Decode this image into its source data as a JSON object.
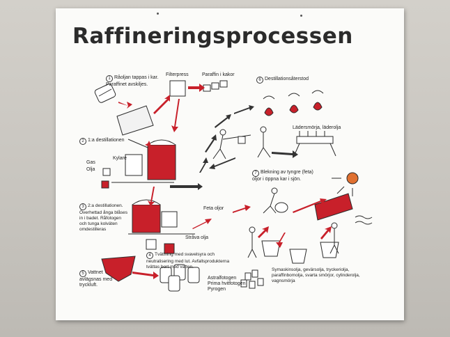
{
  "title": "Raffineringsprocessen",
  "steps": {
    "s1": {
      "num": "1",
      "text": "Råoljan tappas i kar. Paraffinet avskiljes."
    },
    "filterpress": "Filterpress",
    "paraffin": "Paraffin i kakor",
    "s6": {
      "num": "6",
      "text": "Destillationsåterstod"
    },
    "s2": {
      "num": "2",
      "text": "1:a destillationen"
    },
    "kylare": "Kylare",
    "gas": "Gas",
    "olja": "Olja",
    "lader": "Lädersmörja, läderolja",
    "s7": {
      "num": "7",
      "text": "Blekning av tyngre (feta) oljor i öppna kar i sjön."
    },
    "s3": {
      "num": "3",
      "text": "2:a destillationen. Överhettad ånga blåses in i badet. Råfotogen och tunga kolväten omdestilleras"
    },
    "feta": "Feta oljor",
    "strava": "Stråva olja",
    "s4": {
      "num": "4",
      "text": "Tvättning med svavelsyra och neutralisering med lut. Avfallsprodukterna tvättas bort med vatten."
    },
    "s5": {
      "num": "5",
      "text": "Vattnet avlägsnas med tryckluft."
    },
    "fotogen": "Astralfotogen Prima hvitfotogen Pyrogen",
    "smor": "Symaskinsolja, gevärsolja, tryckeriolja, paraffinbomolja, svarta smörjor, cylinderolja, vagnsmörja"
  },
  "colors": {
    "accent": "#c8202a",
    "ink": "#2b2b2b",
    "board": "#fbfbf9"
  }
}
